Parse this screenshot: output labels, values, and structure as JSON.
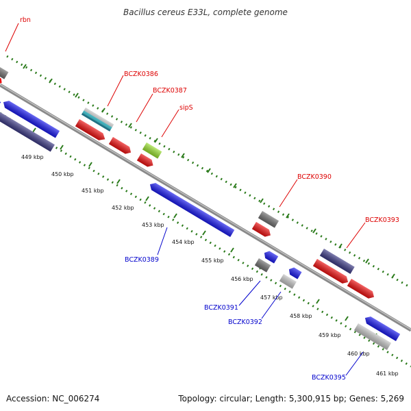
{
  "title": "Bacillus cereus E33L, complete genome",
  "footer": {
    "accession": "Accession: NC_006274",
    "topology": "Topology: circular; Length: 5,300,915 bp; Genes: 5,269"
  },
  "colors": {
    "backbone": "#8a8a8a",
    "tick_green": "#2a7a1a",
    "label_red": "#dd0000",
    "label_blue": "#0000cc",
    "red_gene": "#ee1111",
    "blue_gene": "#1a1aee",
    "navy_gene": "#3c3a85",
    "gray_gene": "#707070",
    "light_gray_gene": "#c4c4c4",
    "cyan_gene": "#30c8d8",
    "lime_gene": "#9ae030"
  },
  "kbp_ticks": [
    "449 kbp",
    "450 kbp",
    "451 kbp",
    "452 kbp",
    "453 kbp",
    "454 kbp",
    "455 kbp",
    "456 kbp",
    "457 kbp",
    "458 kbp",
    "459 kbp",
    "460 kbp",
    "461 kbp"
  ],
  "gene_labels": {
    "rbn": "rbn",
    "BCZK0386": "BCZK0386",
    "BCZK0387": "BCZK0387",
    "sipS": "sipS",
    "BCZK0390": "BCZK0390",
    "BCZK0393": "BCZK0393",
    "BCZK0389": "BCZK0389",
    "BCZK0391": "BCZK0391",
    "BCZK0392": "BCZK0392",
    "BCZK0395": "BCZK0395"
  }
}
